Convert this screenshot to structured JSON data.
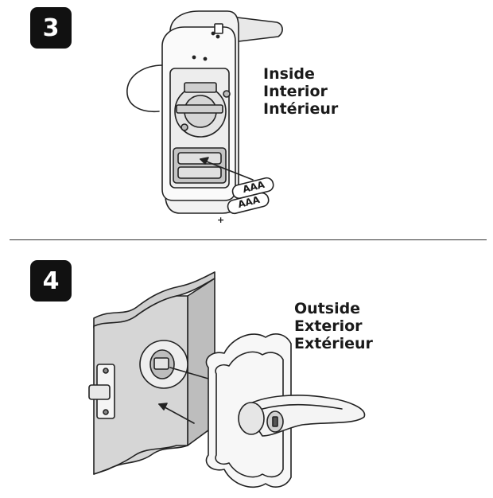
{
  "steps": [
    {
      "number": "3",
      "labels": [
        "Inside",
        "Interior",
        "Intérieur"
      ],
      "battery_text": "AAA",
      "battery_polarity": "+"
    },
    {
      "number": "4",
      "labels": [
        "Outside",
        "Exterior",
        "Extérieur"
      ]
    }
  ],
  "colors": {
    "badge_background": "#111111",
    "badge_text": "#ffffff",
    "line_art": "#222222",
    "shade_gray": "#d9d9d9"
  }
}
